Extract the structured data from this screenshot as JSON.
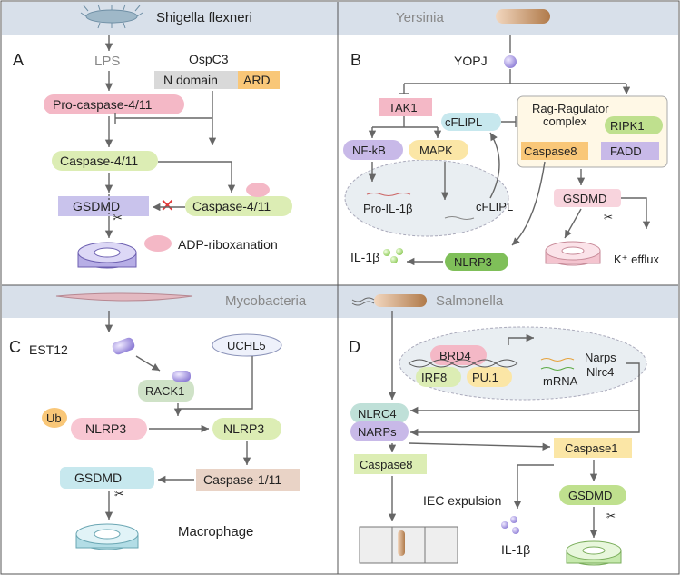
{
  "panelA": {
    "letter": "A",
    "pathogen": "Shigella flexneri",
    "lps": "LPS",
    "ospc3": "OspC3",
    "ndomain": "N domain",
    "ard": "ARD",
    "procasp": "Pro-caspase-4/11",
    "casp1": "Caspase-4/11",
    "casp2": "Caspase-4/11",
    "gsdmd": "GSDMD",
    "adp": "ADP-riboxanation"
  },
  "panelB": {
    "letter": "B",
    "pathogen": "Yersinia",
    "yopj": "YOPJ",
    "tak1": "TAK1",
    "cflipl1": "cFLIPL",
    "rag1": "Rag-Ragulator",
    "rag2": "complex",
    "ripk1": "RIPK1",
    "casp8": "Caspase8",
    "fadd": "FADD",
    "nfkb": "NF-kB",
    "mapk": "MAPK",
    "proil": "Pro-IL-1β",
    "cflipl2": "cFLIPL",
    "gsdmd": "GSDMD",
    "kefflux": "K⁺ efflux",
    "il1b": "IL-1β",
    "nlrp3": "NLRP3"
  },
  "panelC": {
    "letter": "C",
    "pathogen": "Mycobacteria",
    "est12": "EST12",
    "uchl5": "UCHL5",
    "rack1": "RACK1",
    "ub": "Ub",
    "nlrp3a": "NLRP3",
    "nlrp3b": "NLRP3",
    "casp": "Caspase-1/11",
    "gsdmd": "GSDMD",
    "macrophage": "Macrophage"
  },
  "panelD": {
    "letter": "D",
    "pathogen": "Salmonella",
    "brd4": "BRD4",
    "irf8": "IRF8",
    "pu1": "PU.1",
    "mrna": "mRNA",
    "narps": "Narps",
    "nlrc4g": "Nlrc4",
    "nlrc4": "NLRC4",
    "narps2": "NARPs",
    "casp1": "Caspase1",
    "casp8": "Caspase8",
    "gsdmd": "GSDMD",
    "iec": "IEC expulsion",
    "il1b": "IL-1β"
  },
  "colors": {
    "pink": "#f4b8c6",
    "lightgreen": "#dcedb4",
    "lavender": "#c9c3ec",
    "gray": "#d9d9d9",
    "orange": "#f9c778",
    "teal": "#c7e8ee",
    "peach": "#e9d3c6",
    "green": "#bfe08e",
    "yellow": "#fbe6a6",
    "purple": "#c8b9e8",
    "band": "#d8e0ea"
  }
}
